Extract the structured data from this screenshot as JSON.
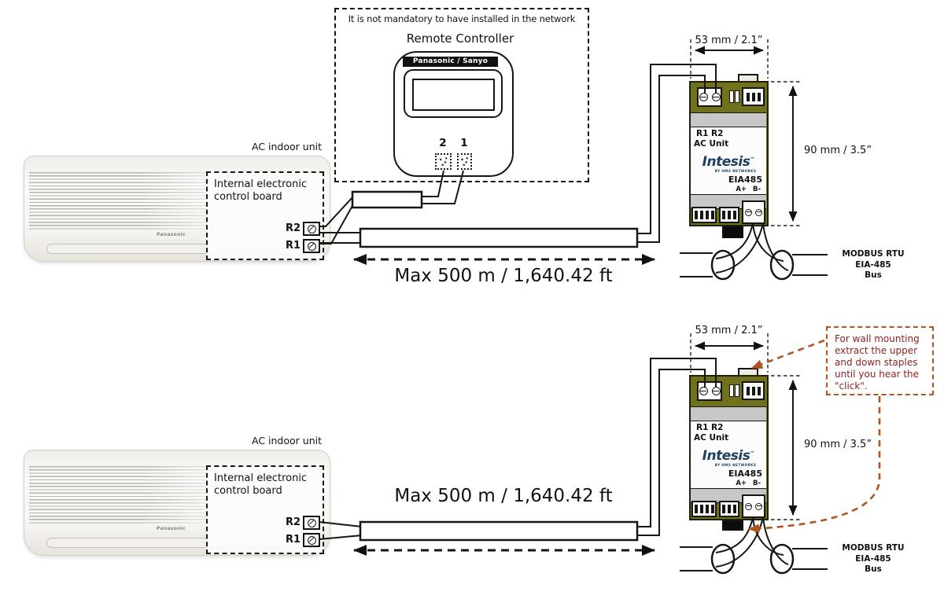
{
  "note": {
    "text": "It is not mandatory to have installed in the network"
  },
  "remote": {
    "title": "Remote Controller",
    "brand": "Panasonic / Sanyo",
    "terminal_2": "2",
    "terminal_1": "1"
  },
  "indoor_unit": {
    "label": "AC indoor unit",
    "board": "Internal electronic control board",
    "r2": "R2",
    "r1": "R1",
    "brand": "Panasonic"
  },
  "gateway": {
    "terminals": "R1 R2",
    "unit": "AC Unit",
    "logo": "Intesis",
    "logo_tm": "™",
    "logo_sub": "BY HMS NETWORKS",
    "port": "EIA485",
    "pins": "A+ B-"
  },
  "dims": {
    "width": "53 mm / 2.1”",
    "height": "90 mm / 3.5”"
  },
  "distance": "Max 500 m / 1,640.42 ft",
  "bus": {
    "l1": "MODBUS RTU",
    "l2": "EIA-485",
    "l3": "Bus"
  },
  "annotation": {
    "lines": [
      "For wall mounting",
      "extract the upper",
      "and down staples",
      "until you hear the",
      "\"click\"."
    ]
  },
  "colors": {
    "device_body": "#71701b",
    "device_band": "#c7c7c7",
    "logo_navy": "#1d4064",
    "annotation_border": "#b2541e",
    "annotation_text": "#8e1f1f",
    "line_black": "#161616"
  }
}
